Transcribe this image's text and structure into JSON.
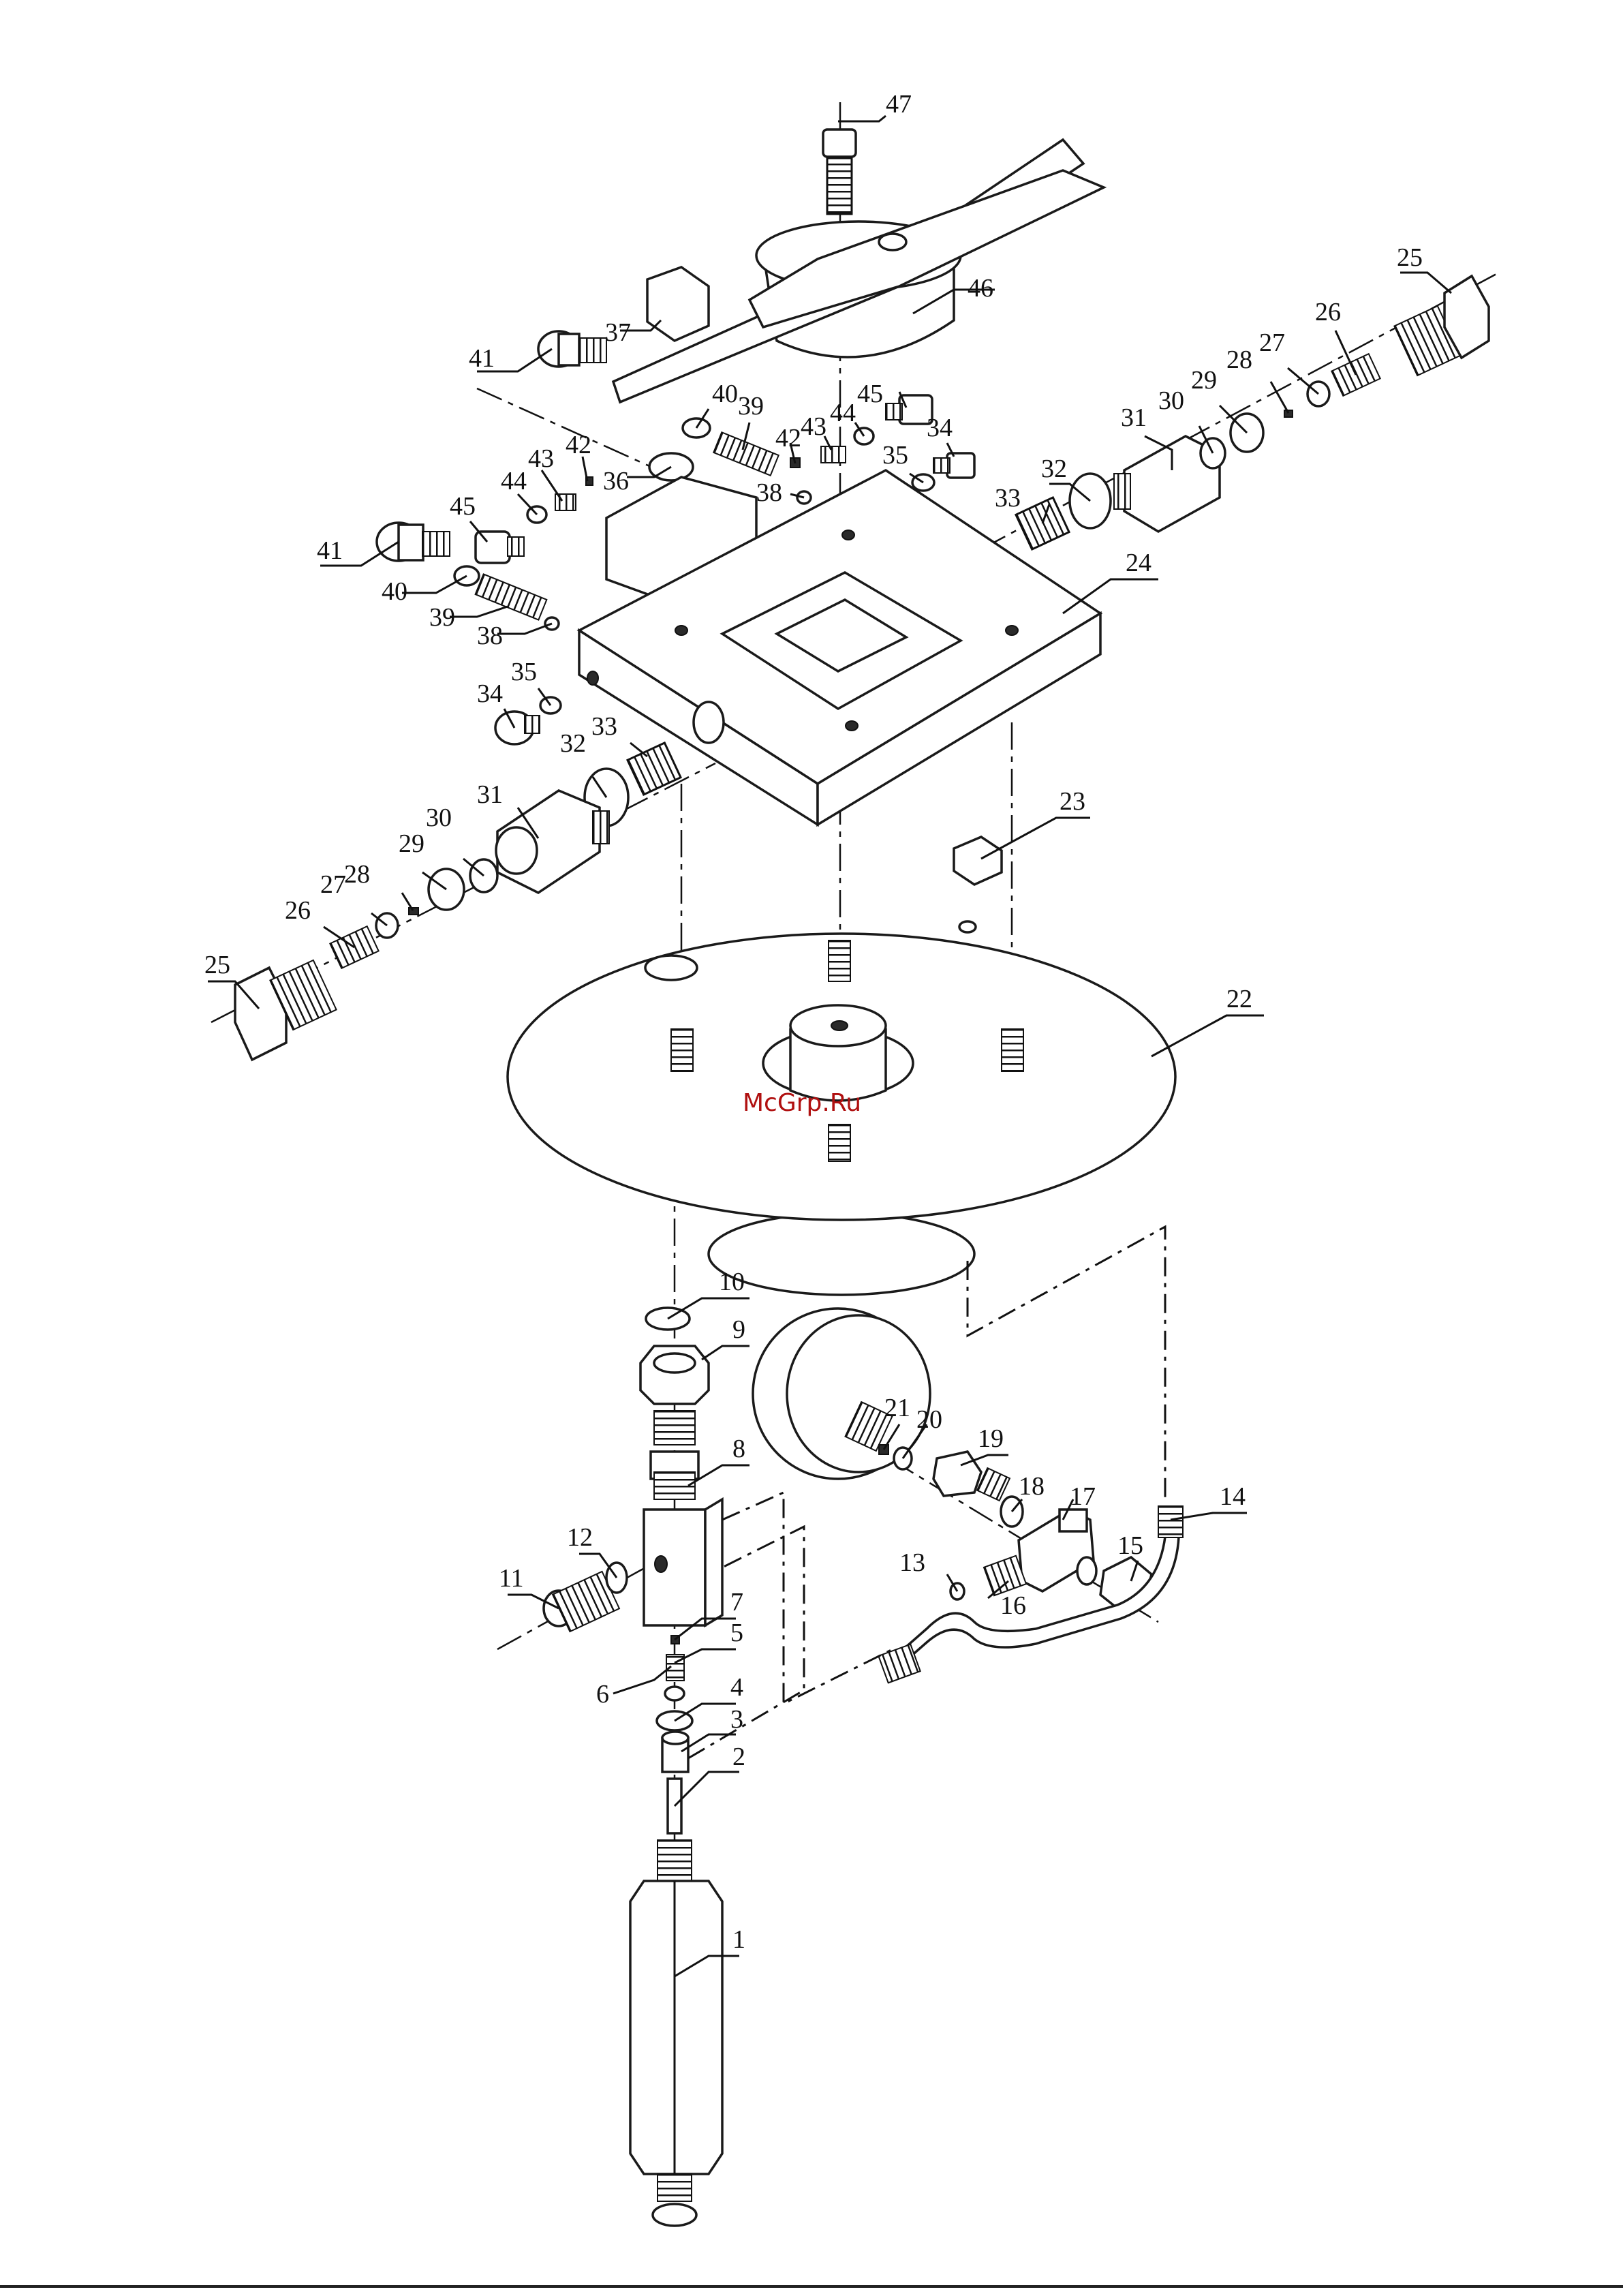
{
  "watermark": "McGrp.Ru",
  "callouts": [
    {
      "id": "c47",
      "text": "47"
    },
    {
      "id": "c46",
      "text": "46"
    },
    {
      "id": "c37",
      "text": "37"
    },
    {
      "id": "c41a",
      "text": "41"
    },
    {
      "id": "c40a",
      "text": "40"
    },
    {
      "id": "c39a",
      "text": "39"
    },
    {
      "id": "c42a",
      "text": "42"
    },
    {
      "id": "c43a",
      "text": "43"
    },
    {
      "id": "c44a",
      "text": "44"
    },
    {
      "id": "c45a",
      "text": "45"
    },
    {
      "id": "c34a",
      "text": "34"
    },
    {
      "id": "c35a",
      "text": "35"
    },
    {
      "id": "c38a",
      "text": "38"
    },
    {
      "id": "c36",
      "text": "36"
    },
    {
      "id": "c42b",
      "text": "42"
    },
    {
      "id": "c43b",
      "text": "43"
    },
    {
      "id": "c44b",
      "text": "44"
    },
    {
      "id": "c45b",
      "text": "45"
    },
    {
      "id": "c41b",
      "text": "41"
    },
    {
      "id": "c40b",
      "text": "40"
    },
    {
      "id": "c39b",
      "text": "39"
    },
    {
      "id": "c38b",
      "text": "38"
    },
    {
      "id": "c34b",
      "text": "34"
    },
    {
      "id": "c35b",
      "text": "35"
    },
    {
      "id": "c33a",
      "text": "33"
    },
    {
      "id": "c32a",
      "text": "32"
    },
    {
      "id": "c31a",
      "text": "31"
    },
    {
      "id": "c30a",
      "text": "30"
    },
    {
      "id": "c29a",
      "text": "29"
    },
    {
      "id": "c28a",
      "text": "28"
    },
    {
      "id": "c27a",
      "text": "27"
    },
    {
      "id": "c26a",
      "text": "26"
    },
    {
      "id": "c25a",
      "text": "25"
    },
    {
      "id": "c25b",
      "text": "25"
    },
    {
      "id": "c26b",
      "text": "26"
    },
    {
      "id": "c27b",
      "text": "27"
    },
    {
      "id": "c28b",
      "text": "28"
    },
    {
      "id": "c29b",
      "text": "29"
    },
    {
      "id": "c30b",
      "text": "30"
    },
    {
      "id": "c31b",
      "text": "31"
    },
    {
      "id": "c32b",
      "text": "32"
    },
    {
      "id": "c33b",
      "text": "33"
    },
    {
      "id": "c24",
      "text": "24"
    },
    {
      "id": "c23",
      "text": "23"
    },
    {
      "id": "c22",
      "text": "22"
    },
    {
      "id": "c10",
      "text": "10"
    },
    {
      "id": "c9",
      "text": "9"
    },
    {
      "id": "c8",
      "text": "8"
    },
    {
      "id": "c21",
      "text": "21"
    },
    {
      "id": "c20",
      "text": "20"
    },
    {
      "id": "c19",
      "text": "19"
    },
    {
      "id": "c18",
      "text": "18"
    },
    {
      "id": "c17",
      "text": "17"
    },
    {
      "id": "c14",
      "text": "14"
    },
    {
      "id": "c15",
      "text": "15"
    },
    {
      "id": "c16",
      "text": "16"
    },
    {
      "id": "c13",
      "text": "13"
    },
    {
      "id": "c12",
      "text": "12"
    },
    {
      "id": "c11",
      "text": "11"
    },
    {
      "id": "c7",
      "text": "7"
    },
    {
      "id": "c5",
      "text": "5"
    },
    {
      "id": "c6",
      "text": "6"
    },
    {
      "id": "c4",
      "text": "4"
    },
    {
      "id": "c3",
      "text": "3"
    },
    {
      "id": "c2",
      "text": "2"
    },
    {
      "id": "c1",
      "text": "1"
    }
  ]
}
